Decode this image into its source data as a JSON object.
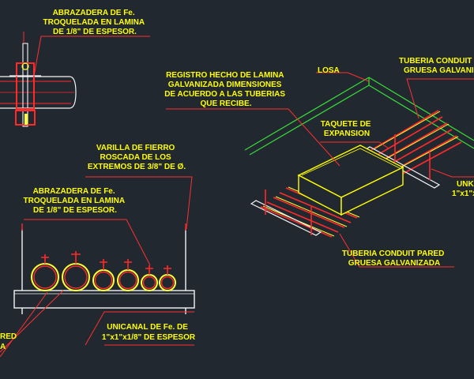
{
  "colors": {
    "background": "#212830",
    "label_text": "#ffff00",
    "leader": "#ff3030",
    "pipe_outline": "#ff2a2a",
    "pipe_highlight": "#ffff33",
    "steel": "#f5f5f5",
    "slab_line": "#39d739",
    "box": "#ffff00"
  },
  "labels": {
    "clamp_top": [
      "ABRAZADERA DE Fe.",
      "TROQUELADA EN LAMINA",
      "DE 1/8\" DE ESPESOR."
    ],
    "threaded_rod": [
      "VARILLA DE FIERRO",
      "ROSCADA DE LOS",
      "EXTREMOS DE 3/8\" DE Ø."
    ],
    "clamp_mid": [
      "ABRAZADERA DE Fe.",
      "TROQUELADA EN LAMINA",
      "DE 1/8\" DE ESPESOR."
    ],
    "pipe_left_partial": [
      "RED",
      "A"
    ],
    "unicanal": [
      "UNICANAL DE Fe. DE",
      "1\"x1\"x1/8\" DE ESPESOR"
    ],
    "registro": [
      "REGISTRO HECHO DE LAMINA",
      "GALVANIZADA DIMENSIONES",
      "DE ACUERDO A LAS TUBERIAS",
      "QUE RECIBE."
    ],
    "losa": "LOSA",
    "tuberia_top": [
      "TUBERIA CONDUIT",
      "GRUESA GALVANI"
    ],
    "taquete": [
      "TAQUETE DE",
      "EXPANSION"
    ],
    "unk_partial": [
      "UNK",
      "1\"x1\"x"
    ],
    "tuberia_bottom": [
      "TUBERIA CONDUIT PARED",
      "GRUESA GALVANIZADA"
    ]
  }
}
